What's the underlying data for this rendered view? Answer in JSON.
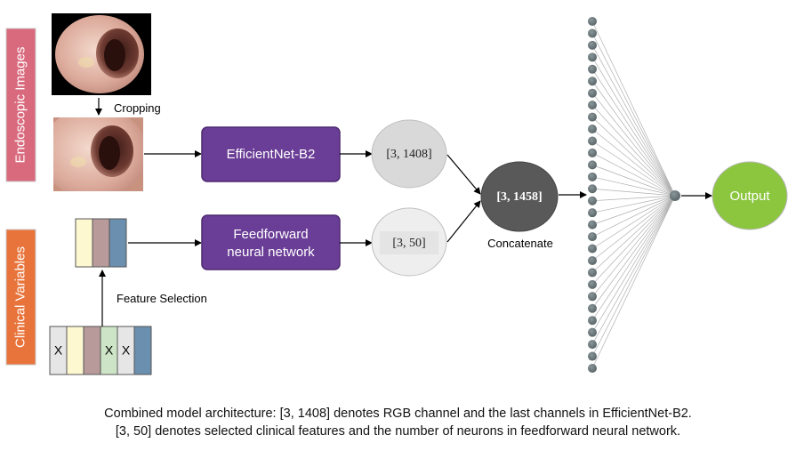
{
  "side_labels": {
    "endoscopic": "Endoscopic Images",
    "clinical": "Clinical Variables"
  },
  "labels": {
    "cropping": "Cropping",
    "feature_selection": "Feature Selection",
    "concatenate": "Concatenate"
  },
  "blocks": {
    "efficientnet": "EfficientNet-B2",
    "ffn_line1": "Feedforward",
    "ffn_line2": "neural network",
    "output": "Output"
  },
  "shapes": {
    "image_features": "[3, 1408]",
    "clinical_features": "[3, 50]",
    "concatenated": "[3, 1458]"
  },
  "feature_table": {
    "marks": [
      "X",
      "",
      "",
      "X",
      "X",
      ""
    ],
    "colors": [
      "#e6e6e6",
      "#fdf8d0",
      "#b89a9a",
      "#cde5c6",
      "#e6e6e6",
      "#6b8fae"
    ]
  },
  "selected_features": {
    "colors": [
      "#fdf8d0",
      "#b89a9a",
      "#6b8fae"
    ]
  },
  "colors": {
    "purple_block": "#6a3d96",
    "pink_tab": "#d96a7e",
    "orange_tab": "#e8743b",
    "green_output": "#8cc63f",
    "light_gray_node": "#d9d9d9",
    "dark_gray_node": "#595959",
    "neuron": "#7f8c8d"
  },
  "caption": {
    "line1": "Combined model architecture: [3, 1408] denotes RGB channel and the last channels in EfficientNet-B2.",
    "line2": "[3, 50] denotes selected clinical features and the number of neurons in feedforward neural network."
  }
}
